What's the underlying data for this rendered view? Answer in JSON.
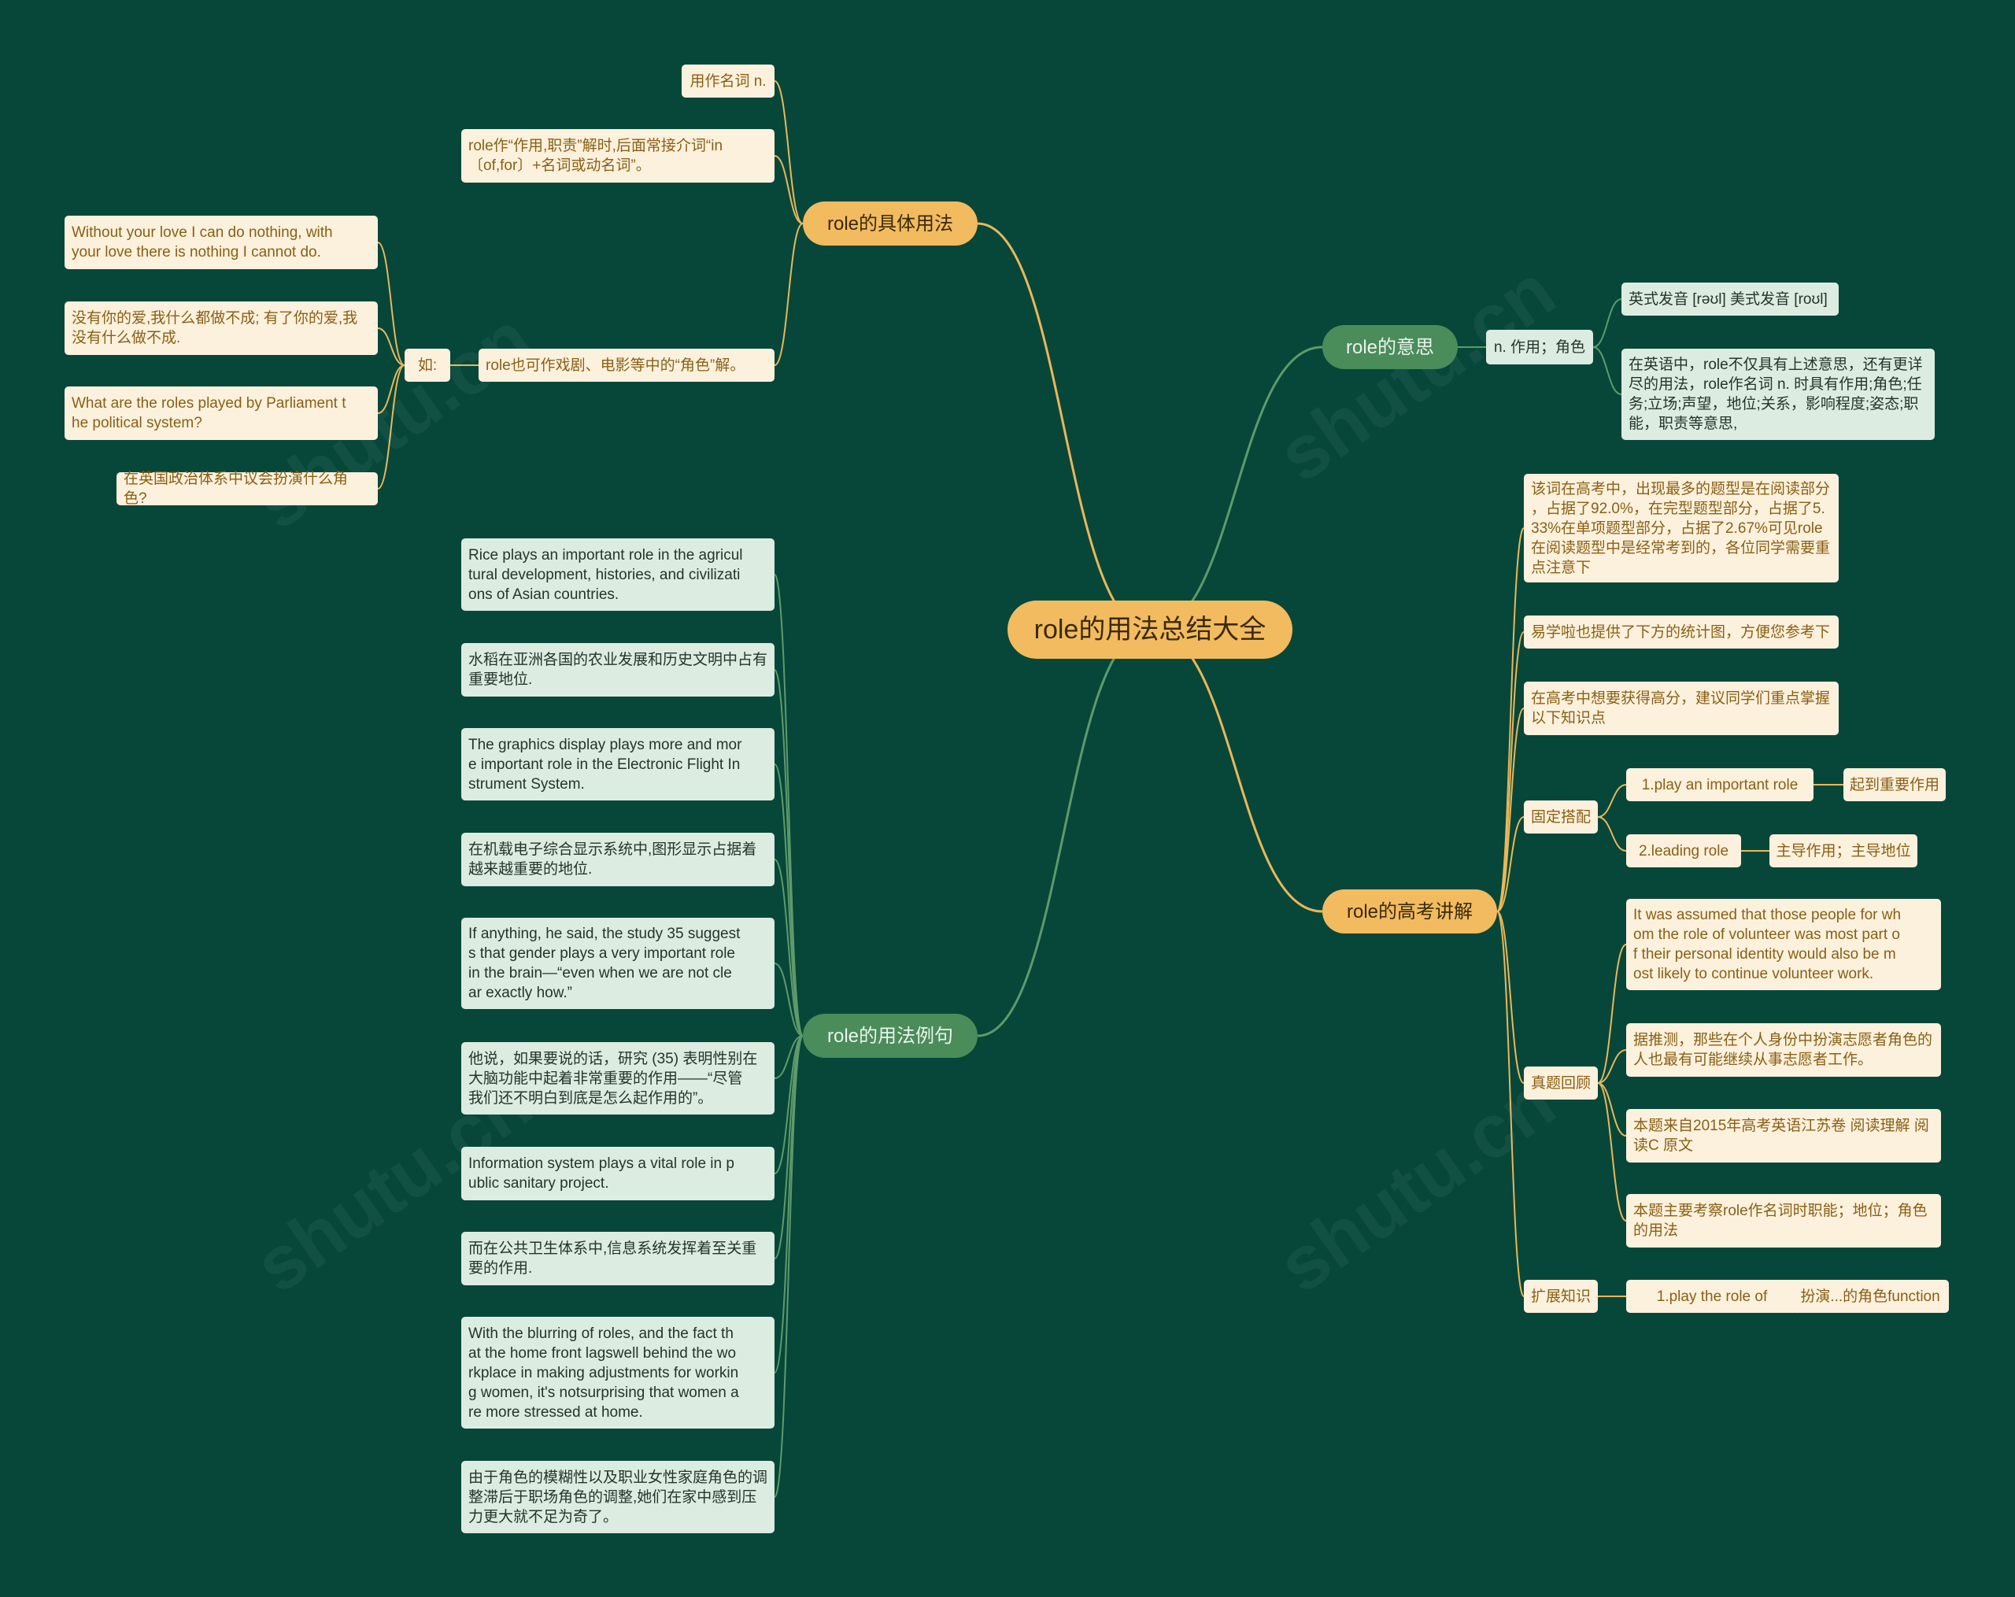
{
  "root": "role的用法总结大全",
  "colors": {
    "background": "#07473a",
    "yellow": "#f2bb60",
    "green": "#4a8c5a",
    "yellow_leaf": "#fcf1dd",
    "green_leaf": "#dcece1",
    "yellow_link": "#e9b75a",
    "green_link": "#5f9a6a"
  },
  "branches": {
    "usage": "role的具体用法",
    "meaning": "role的意思",
    "exam": "role的高考讲解",
    "examples": "role的用法例句"
  },
  "usage": {
    "noun": "用作名词 n.",
    "prep": "role作“作用,职责”解时,后面常接介词“in\n〔of,for〕+名词或动名词”。",
    "role": "role也可作戏剧、电影等中的“角色”解。",
    "ru": "如:",
    "ex1": "Without your love I can do nothing, with\nyour love there is nothing I cannot do.",
    "ex2": "没有你的爱,我什么都做不成; 有了你的爱,我\n没有什么做不成.",
    "ex3": "What are the roles played by Parliament t\nhe political system?",
    "ex4": "在英国政治体系中议会扮演什么角色?"
  },
  "meaning": {
    "noun": "n. 作用；角色",
    "pron": "英式发音 [rəʊl] 美式发音 [roʊl]",
    "desc": "在英语中，role不仅具有上述意思，还有更详\n尽的用法，role作名词 n. 时具有作用;角色;任\n务;立场;声望，地位;关系，影响程度;姿态;职\n能，职责等意思,"
  },
  "exam": {
    "stat": "该词在高考中，出现最多的题型是在阅读部分\n，占据了92.0%，在完型题型部分，占据了5.\n33%在单项题型部分，占据了2.67%可见role\n在阅读题型中是经常考到的，各位同学需要重\n点注意下",
    "chart": "易学啦也提供了下方的统计图，方便您参考下",
    "advice": "在高考中想要获得高分，建议同学们重点掌握\n以下知识点",
    "fixed": "固定搭配",
    "fixed1": "1.play an important role",
    "fixed1_cn": "起到重要作用",
    "fixed2": "2.leading role",
    "fixed2_cn": "主导作用；主导地位",
    "review": "真题回顾",
    "review1": "It was assumed that those people for wh\nom the role of volunteer was most part o\nf their personal identity would also be m\nost likely to continue volunteer work.",
    "review2": "据推测，那些在个人身份中扮演志愿者角色的\n人也最有可能继续从事志愿者工作。",
    "review3": "本题来自2015年高考英语江苏卷 阅读理解 阅\n读C 原文",
    "review4": "本题主要考察role作名词时职能；地位；角色\n的用法",
    "extend": "扩展知识",
    "extend1": "1.play the role of",
    "extend1_cn": "扮演...的角色function"
  },
  "examples": [
    "Rice plays an important role in the agricul\ntural development, histories, and civilizati\nons of Asian countries.",
    "水稻在亚洲各国的农业发展和历史文明中占有\n重要地位.",
    "The graphics display plays more and mor\ne important role in the Electronic Flight In\nstrument System.",
    "在机载电子综合显示系统中,图形显示占据着\n越来越重要的地位.",
    "If anything, he said, the study 35 suggest\ns that gender plays a very important role\nin the brain—“even when we are not cle\nar exactly how.”",
    "他说，如果要说的话，研究 (35) 表明性别在\n大脑功能中起着非常重要的作用——“尽管\n我们还不明白到底是怎么起作用的”。",
    "Information system plays a vital role in p\nublic sanitary project.",
    "而在公共卫生体系中,信息系统发挥着至关重\n要的作用.",
    "With the blurring of roles, and the fact th\nat the home front lagswell behind the wo\nrkplace in making adjustments for workin\ng women, it's notsurprising that women a\nre more stressed at home.",
    "由于角色的模糊性以及职业女性家庭角色的调\n整滞后于职场角色的调整,她们在家中感到压\n力更大就不足为奇了。"
  ]
}
